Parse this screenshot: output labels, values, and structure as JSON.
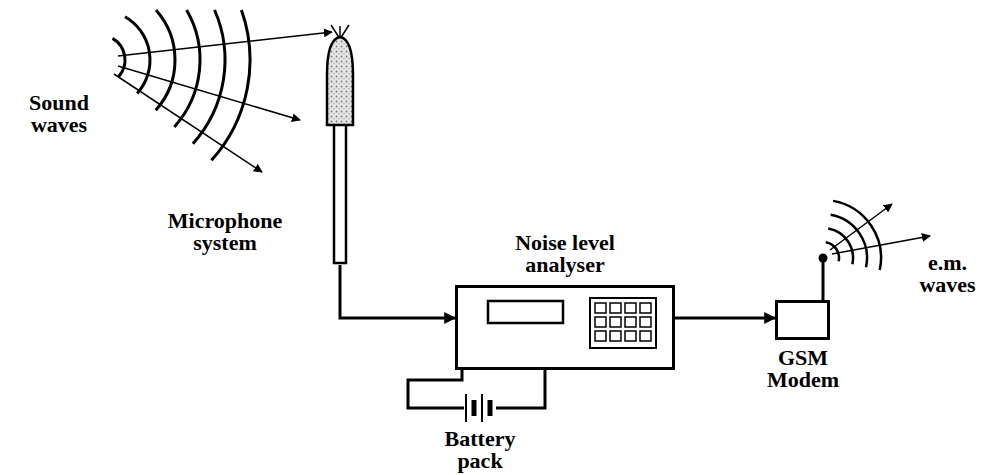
{
  "diagram": {
    "nodes": [
      {
        "text": [
          "Microphone system"
        ]
      },
      {
        "text": [
          "Noise level analyser"
        ]
      },
      {
        "text": [
          "Battery pack"
        ]
      },
      {
        "text": [
          "GSM Modem"
        ]
      }
    ],
    "edges": [
      {
        "from": 0,
        "to": 1,
        "arrow": "to"
      },
      {
        "from": 1,
        "to": 3,
        "arrow": "to"
      },
      {
        "from": 2,
        "to": 1,
        "arrow": "none"
      },
      {
        "from": 2,
        "to": 1,
        "arrow": "none"
      }
    ],
    "labels": [
      "Sound waves",
      "e.m. waves"
    ]
  }
}
